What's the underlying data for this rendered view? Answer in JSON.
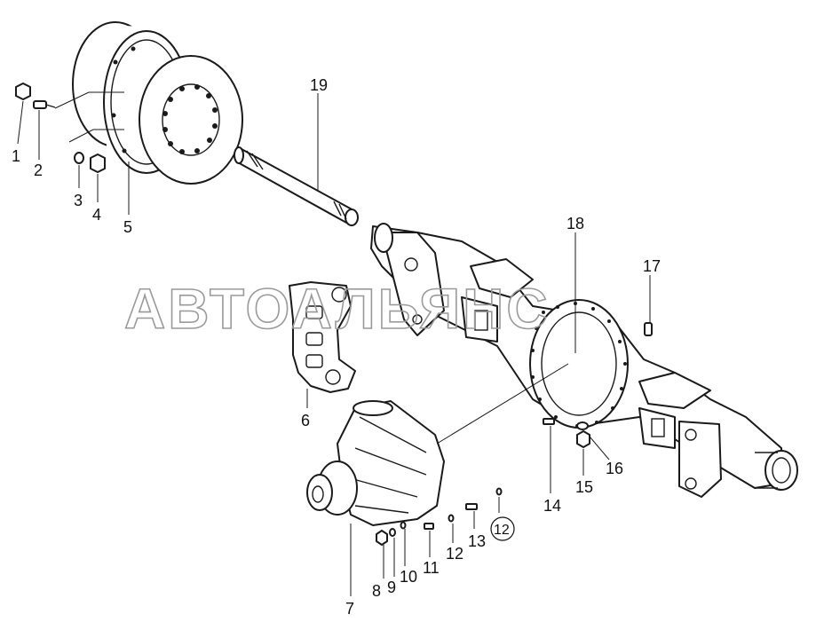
{
  "watermark": "АВТОАЛЬЯНС",
  "callouts": [
    {
      "id": "1",
      "text": "1"
    },
    {
      "id": "2",
      "text": "2"
    },
    {
      "id": "3",
      "text": "3"
    },
    {
      "id": "4",
      "text": "4"
    },
    {
      "id": "5",
      "text": "5"
    },
    {
      "id": "6",
      "text": "6"
    },
    {
      "id": "7",
      "text": "7"
    },
    {
      "id": "8",
      "text": "8"
    },
    {
      "id": "9",
      "text": "9"
    },
    {
      "id": "10",
      "text": "10"
    },
    {
      "id": "11",
      "text": "11"
    },
    {
      "id": "12",
      "text": "12"
    },
    {
      "id": "12c",
      "text": "12",
      "circled": true
    },
    {
      "id": "13",
      "text": "13"
    },
    {
      "id": "14",
      "text": "14"
    },
    {
      "id": "15",
      "text": "15"
    },
    {
      "id": "16",
      "text": "16"
    },
    {
      "id": "17",
      "text": "17"
    },
    {
      "id": "18",
      "text": "18"
    },
    {
      "id": "19",
      "text": "19"
    }
  ]
}
